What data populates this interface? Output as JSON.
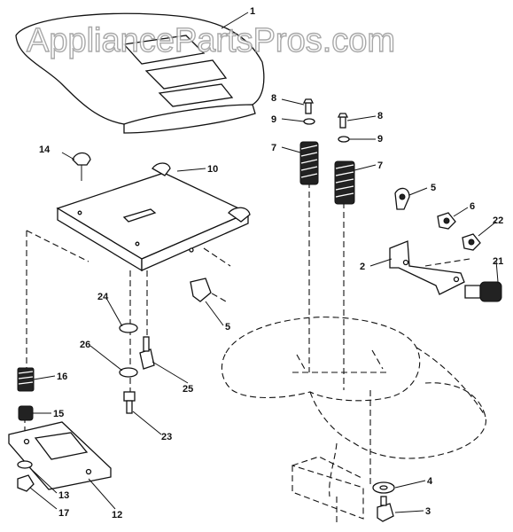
{
  "watermark": "AppliancePartsPros.com",
  "labels": {
    "l1": "1",
    "l2": "2",
    "l3": "3",
    "l4": "4",
    "l5a": "5",
    "l5b": "5",
    "l6": "6",
    "l7a": "7",
    "l7b": "7",
    "l8a": "8",
    "l8b": "8",
    "l9a": "9",
    "l9b": "9",
    "l10": "10",
    "l12": "12",
    "l13": "13",
    "l14": "14",
    "l15": "15",
    "l16": "16",
    "l17": "17",
    "l21": "21",
    "l22": "22",
    "l23": "23",
    "l24": "24",
    "l25": "25",
    "l26": "26"
  }
}
